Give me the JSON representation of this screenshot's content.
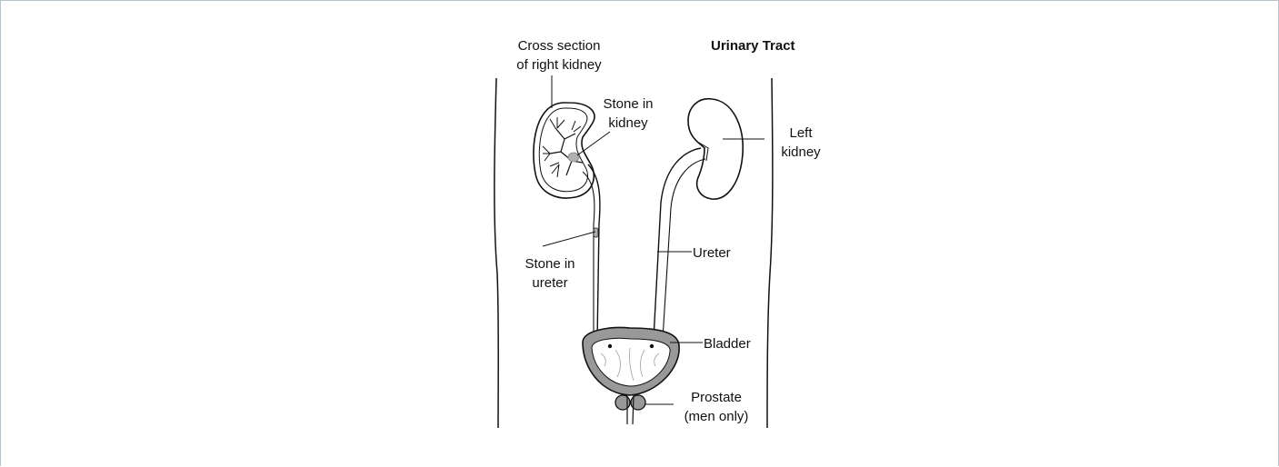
{
  "diagram": {
    "title": "Urinary Tract",
    "labels": {
      "cross_section_line1": "Cross section",
      "cross_section_line2": "of right kidney",
      "stone_kidney_line1": "Stone in",
      "stone_kidney_line2": "kidney",
      "left_kidney_line1": "Left",
      "left_kidney_line2": "kidney",
      "stone_ureter_line1": "Stone in",
      "stone_ureter_line2": "ureter",
      "ureter": "Ureter",
      "bladder": "Bladder",
      "prostate_line1": "Prostate",
      "prostate_line2": "(men only)"
    },
    "colors": {
      "outline": "#111111",
      "tissue_fill": "#999999",
      "stone_fill": "#b0b0b0",
      "border": "#b8c4cc"
    }
  }
}
